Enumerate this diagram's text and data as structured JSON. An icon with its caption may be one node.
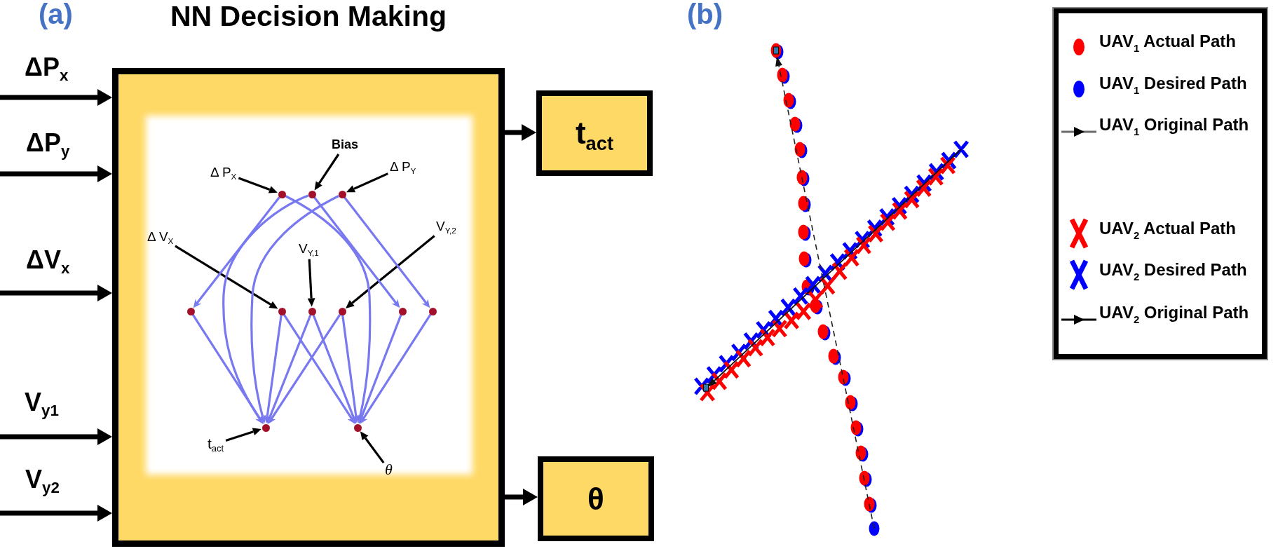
{
  "diagram": {
    "nodes": [
      {
        "text": [
          "NN Decision Making"
        ]
      },
      {
        "text": [
          "t$_{act}$"
        ]
      },
      {
        "text": [
          "θ"
        ]
      },
      {
        "text": [
          "Bias"
        ],
        "in": 0
      },
      {
        "text": [
          "Δ P$_{X}$"
        ],
        "in": 0
      },
      {
        "text": [
          "Δ P$_{Y}$"
        ],
        "in": 0
      },
      {
        "text": [
          "Δ V$_{X}$"
        ],
        "in": 0
      },
      {
        "text": [
          "V$_{Y,1}$"
        ],
        "in": 0
      },
      {
        "text": [
          "V$_{Y,2}$"
        ],
        "in": 0
      },
      {
        "text": [
          "t$_{act}$"
        ],
        "in": 0
      },
      {
        "text": [
          "θ"
        ],
        "in": 0
      },
      {
        "text": [],
        "shape": "circle",
        "in": 0
      },
      {
        "text": [],
        "shape": "circle",
        "in": 0
      },
      {
        "text": [],
        "shape": "circle",
        "in": 0
      },
      {
        "text": [],
        "shape": "circle",
        "in": 0
      },
      {
        "text": [],
        "shape": "circle",
        "in": 0
      },
      {
        "text": [],
        "shape": "circle",
        "in": 0
      },
      {
        "text": [],
        "shape": "circle",
        "in": 0
      },
      {
        "text": [],
        "shape": "circle",
        "in": 0
      },
      {
        "text": [],
        "shape": "circle",
        "in": 0
      },
      {
        "text": [],
        "shape": "circle",
        "in": 0
      },
      {
        "text": [],
        "shape": "circle",
        "in": 0
      }
    ],
    "edges": [
      {
        "from": null,
        "to": 0,
        "arrow": "to",
        "label": "ΔP$_{x}$",
        "style": "thick"
      },
      {
        "from": null,
        "to": 0,
        "arrow": "to",
        "label": "ΔP$_{y}$",
        "style": "thick"
      },
      {
        "from": null,
        "to": 0,
        "arrow": "to",
        "label": "ΔV$_{x}$",
        "style": "thick"
      },
      {
        "from": null,
        "to": 0,
        "arrow": "to",
        "label": "V$_{y1}$",
        "style": "thick"
      },
      {
        "from": null,
        "to": 0,
        "arrow": "to",
        "label": "V$_{y2}$",
        "style": "thick"
      },
      {
        "from": 0,
        "to": 1,
        "arrow": "to",
        "style": "thick"
      },
      {
        "from": 0,
        "to": 2,
        "arrow": "to",
        "style": "thick"
      },
      {
        "from": 3,
        "to": 12,
        "arrow": "to"
      },
      {
        "from": 4,
        "to": 11,
        "arrow": "to"
      },
      {
        "from": 5,
        "to": 13,
        "arrow": "to"
      },
      {
        "from": 6,
        "to": 15,
        "arrow": "to"
      },
      {
        "from": 7,
        "to": 16,
        "arrow": "to"
      },
      {
        "from": 8,
        "to": 17,
        "arrow": "to"
      },
      {
        "from": 9,
        "to": 20,
        "arrow": "to"
      },
      {
        "from": 10,
        "to": 21,
        "arrow": "to"
      },
      {
        "from": 11,
        "to": 14,
        "arrow": "to",
        "color": "#7878f0"
      },
      {
        "from": 12,
        "to": 20,
        "arrow": "to",
        "color": "#7878f0"
      },
      {
        "from": 13,
        "to": 20,
        "arrow": "to",
        "color": "#7878f0"
      },
      {
        "from": 11,
        "to": 21,
        "arrow": "to",
        "color": "#7878f0"
      },
      {
        "from": 12,
        "to": 18,
        "arrow": "to",
        "color": "#7878f0"
      },
      {
        "from": 13,
        "to": 19,
        "arrow": "to",
        "color": "#7878f0"
      },
      {
        "from": 14,
        "to": 20,
        "arrow": "to",
        "color": "#7878f0"
      },
      {
        "from": 15,
        "to": 20,
        "arrow": "to",
        "color": "#7878f0"
      },
      {
        "from": 15,
        "to": 21,
        "arrow": "to",
        "color": "#7878f0"
      },
      {
        "from": 16,
        "to": 20,
        "arrow": "to",
        "color": "#7878f0"
      },
      {
        "from": 16,
        "to": 21,
        "arrow": "to",
        "color": "#7878f0"
      },
      {
        "from": 17,
        "to": 20,
        "arrow": "to",
        "color": "#7878f0"
      },
      {
        "from": 17,
        "to": 21,
        "arrow": "to",
        "color": "#7878f0"
      },
      {
        "from": 18,
        "to": 21,
        "arrow": "to",
        "color": "#7878f0"
      },
      {
        "from": 19,
        "to": 21,
        "arrow": "to",
        "color": "#7878f0"
      }
    ],
    "labels": [
      "(a)",
      "(b)"
    ],
    "legend": [
      {
        "text": "UAV$_{1}$ Actual Path",
        "color": "#ff0000"
      },
      {
        "text": "UAV$_{1}$ Desired Path",
        "color": "#0000ff"
      },
      {
        "text": "UAV$_{1}$ Original Path"
      },
      {
        "text": "UAV$_{2}$ Actual Path",
        "color": "#ff0000"
      },
      {
        "text": "UAV$_{2}$ Desired Path",
        "color": "#0000ff"
      },
      {
        "text": "UAV$_{2}$ Original Path"
      }
    ]
  }
}
